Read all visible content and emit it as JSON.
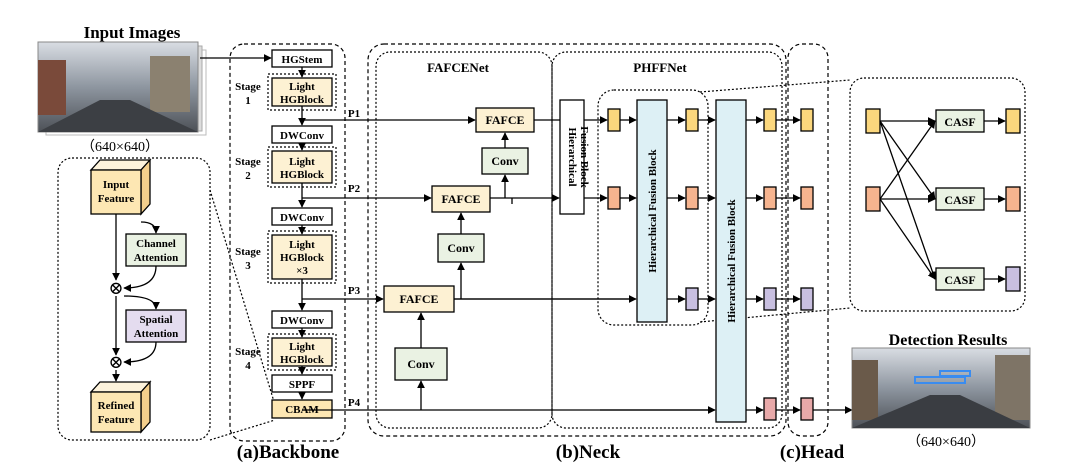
{
  "colors": {
    "backbone_bg": "#b9dfe9",
    "neck_outer_bg": "#eeeeee",
    "fafcenet_bg": "#dfe4c1",
    "phffnet_bg": "#b9dfe9",
    "head_bg": "#d9e0b6",
    "inset_bg": "#b9dfe9",
    "block_fill": "#fdf1d3",
    "block_fill_strong": "#fde7b3",
    "conv_fill": "#eaf2e3",
    "fusion_fill": "#ddf0f5",
    "white_fill": "#ffffff",
    "feat_yellow": "#fbd77d",
    "feat_orange": "#f6b48f",
    "feat_purple": "#c8bfe0",
    "feat_pink": "#e8a9a9",
    "cube_front": "#fde7b3",
    "cube_top": "#fdf3dc",
    "cube_side": "#f4cf8c",
    "spatial_fill": "#e4dcef"
  },
  "labels": {
    "input_images": "Input Images",
    "input_size": "（640×640）",
    "detection_results": "Detection Results",
    "output_size": "（640×640）",
    "backbone": "(a)Backbone",
    "neck": "(b)Neck",
    "head": "(c)Head",
    "fafcenet": "FAFCENet",
    "phffnet": "PHFFNet"
  },
  "backbone": {
    "hgstem": "HGStem",
    "light": "Light",
    "hgblock": "HGBlock",
    "hgblock_x3": "×3",
    "dwconv": "DWConv",
    "sppf": "SPPF",
    "cbam": "CBAM",
    "stage_word": "Stage",
    "stages": [
      "1",
      "2",
      "3",
      "4"
    ],
    "p_labels": [
      "P1",
      "P2",
      "P3",
      "P4"
    ]
  },
  "attention": {
    "input_feature_1": "Input",
    "input_feature_2": "Feature",
    "channel_1": "Channel",
    "channel_2": "Attention",
    "spatial_1": "Spatial",
    "spatial_2": "Attention",
    "refined_1": "Refined",
    "refined_2": "Feature",
    "multiply_symbol": "⊗"
  },
  "neck": {
    "fafce": "FAFCE",
    "conv": "Conv",
    "hierarchical_fusion_block": "Hierarchical Fusion Block",
    "hierarchical": "Hierarchical",
    "fusion_block": "Fusion Block"
  },
  "casf": {
    "label": "CASF"
  }
}
